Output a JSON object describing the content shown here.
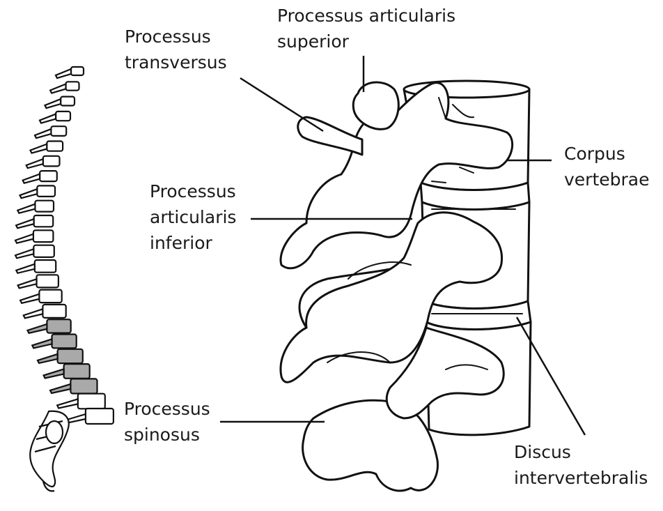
{
  "diagram": {
    "labels": {
      "processus_articularis_superior": [
        "Processus articularis",
        "superior"
      ],
      "processus_transversus": [
        "Processus",
        "transversus"
      ],
      "corpus_vertebrae": [
        "Corpus",
        "vertebrae"
      ],
      "processus_articularis_inferior": [
        "Processus",
        "articularis",
        "inferior"
      ],
      "processus_spinosus": [
        "Processus",
        "spinosus"
      ],
      "discus_intervertebralis": [
        "Discus",
        "intervertebralis"
      ]
    },
    "highlight_color": "#a9a9a9",
    "line_color": "#111111"
  }
}
